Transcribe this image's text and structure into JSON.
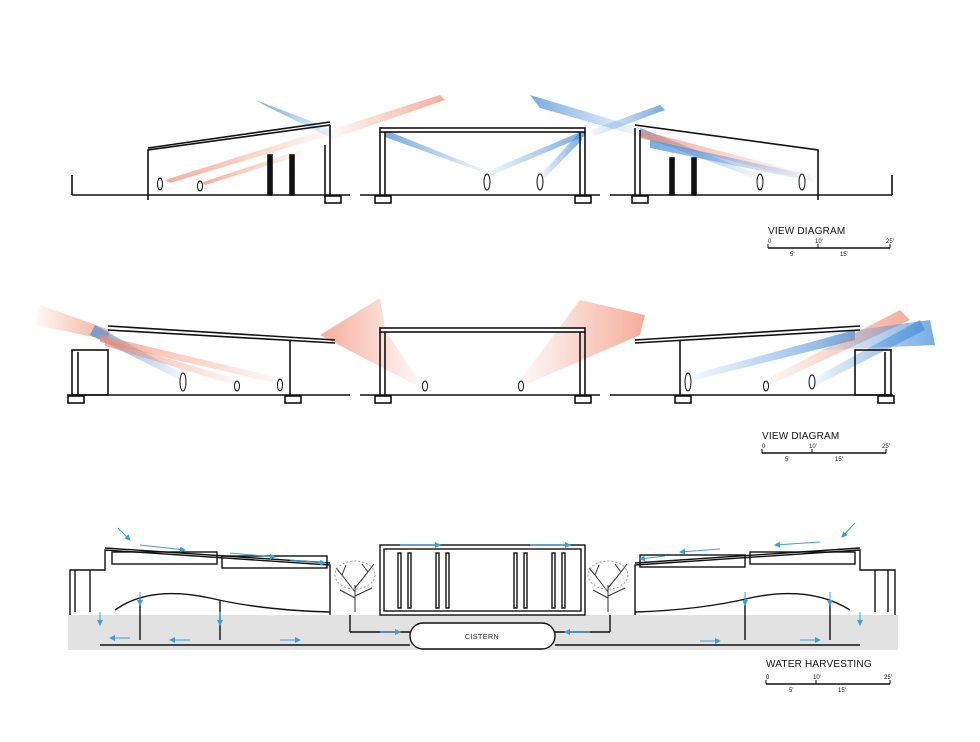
{
  "diagrams": [
    {
      "id": "view-1",
      "title": "VIEW DIAGRAM",
      "scale": {
        "top": [
          "0",
          "10'",
          "25'"
        ],
        "bottom": [
          "5'",
          "15'"
        ]
      }
    },
    {
      "id": "view-2",
      "title": "VIEW DIAGRAM",
      "scale": {
        "top": [
          "0",
          "10'",
          "25'"
        ],
        "bottom": [
          "5'",
          "15'"
        ]
      }
    },
    {
      "id": "water",
      "title": "WATER HARVESTING",
      "scale": {
        "top": [
          "0",
          "10'",
          "25'"
        ],
        "bottom": [
          "5'",
          "15'"
        ]
      },
      "cistern_label": "CISTERN"
    }
  ],
  "colors": {
    "line": "#111111",
    "view_blue": "#4a90d9",
    "view_red": "#f08a70",
    "water_arrow": "#3aa0d8",
    "ground": "#e2e2e2"
  }
}
